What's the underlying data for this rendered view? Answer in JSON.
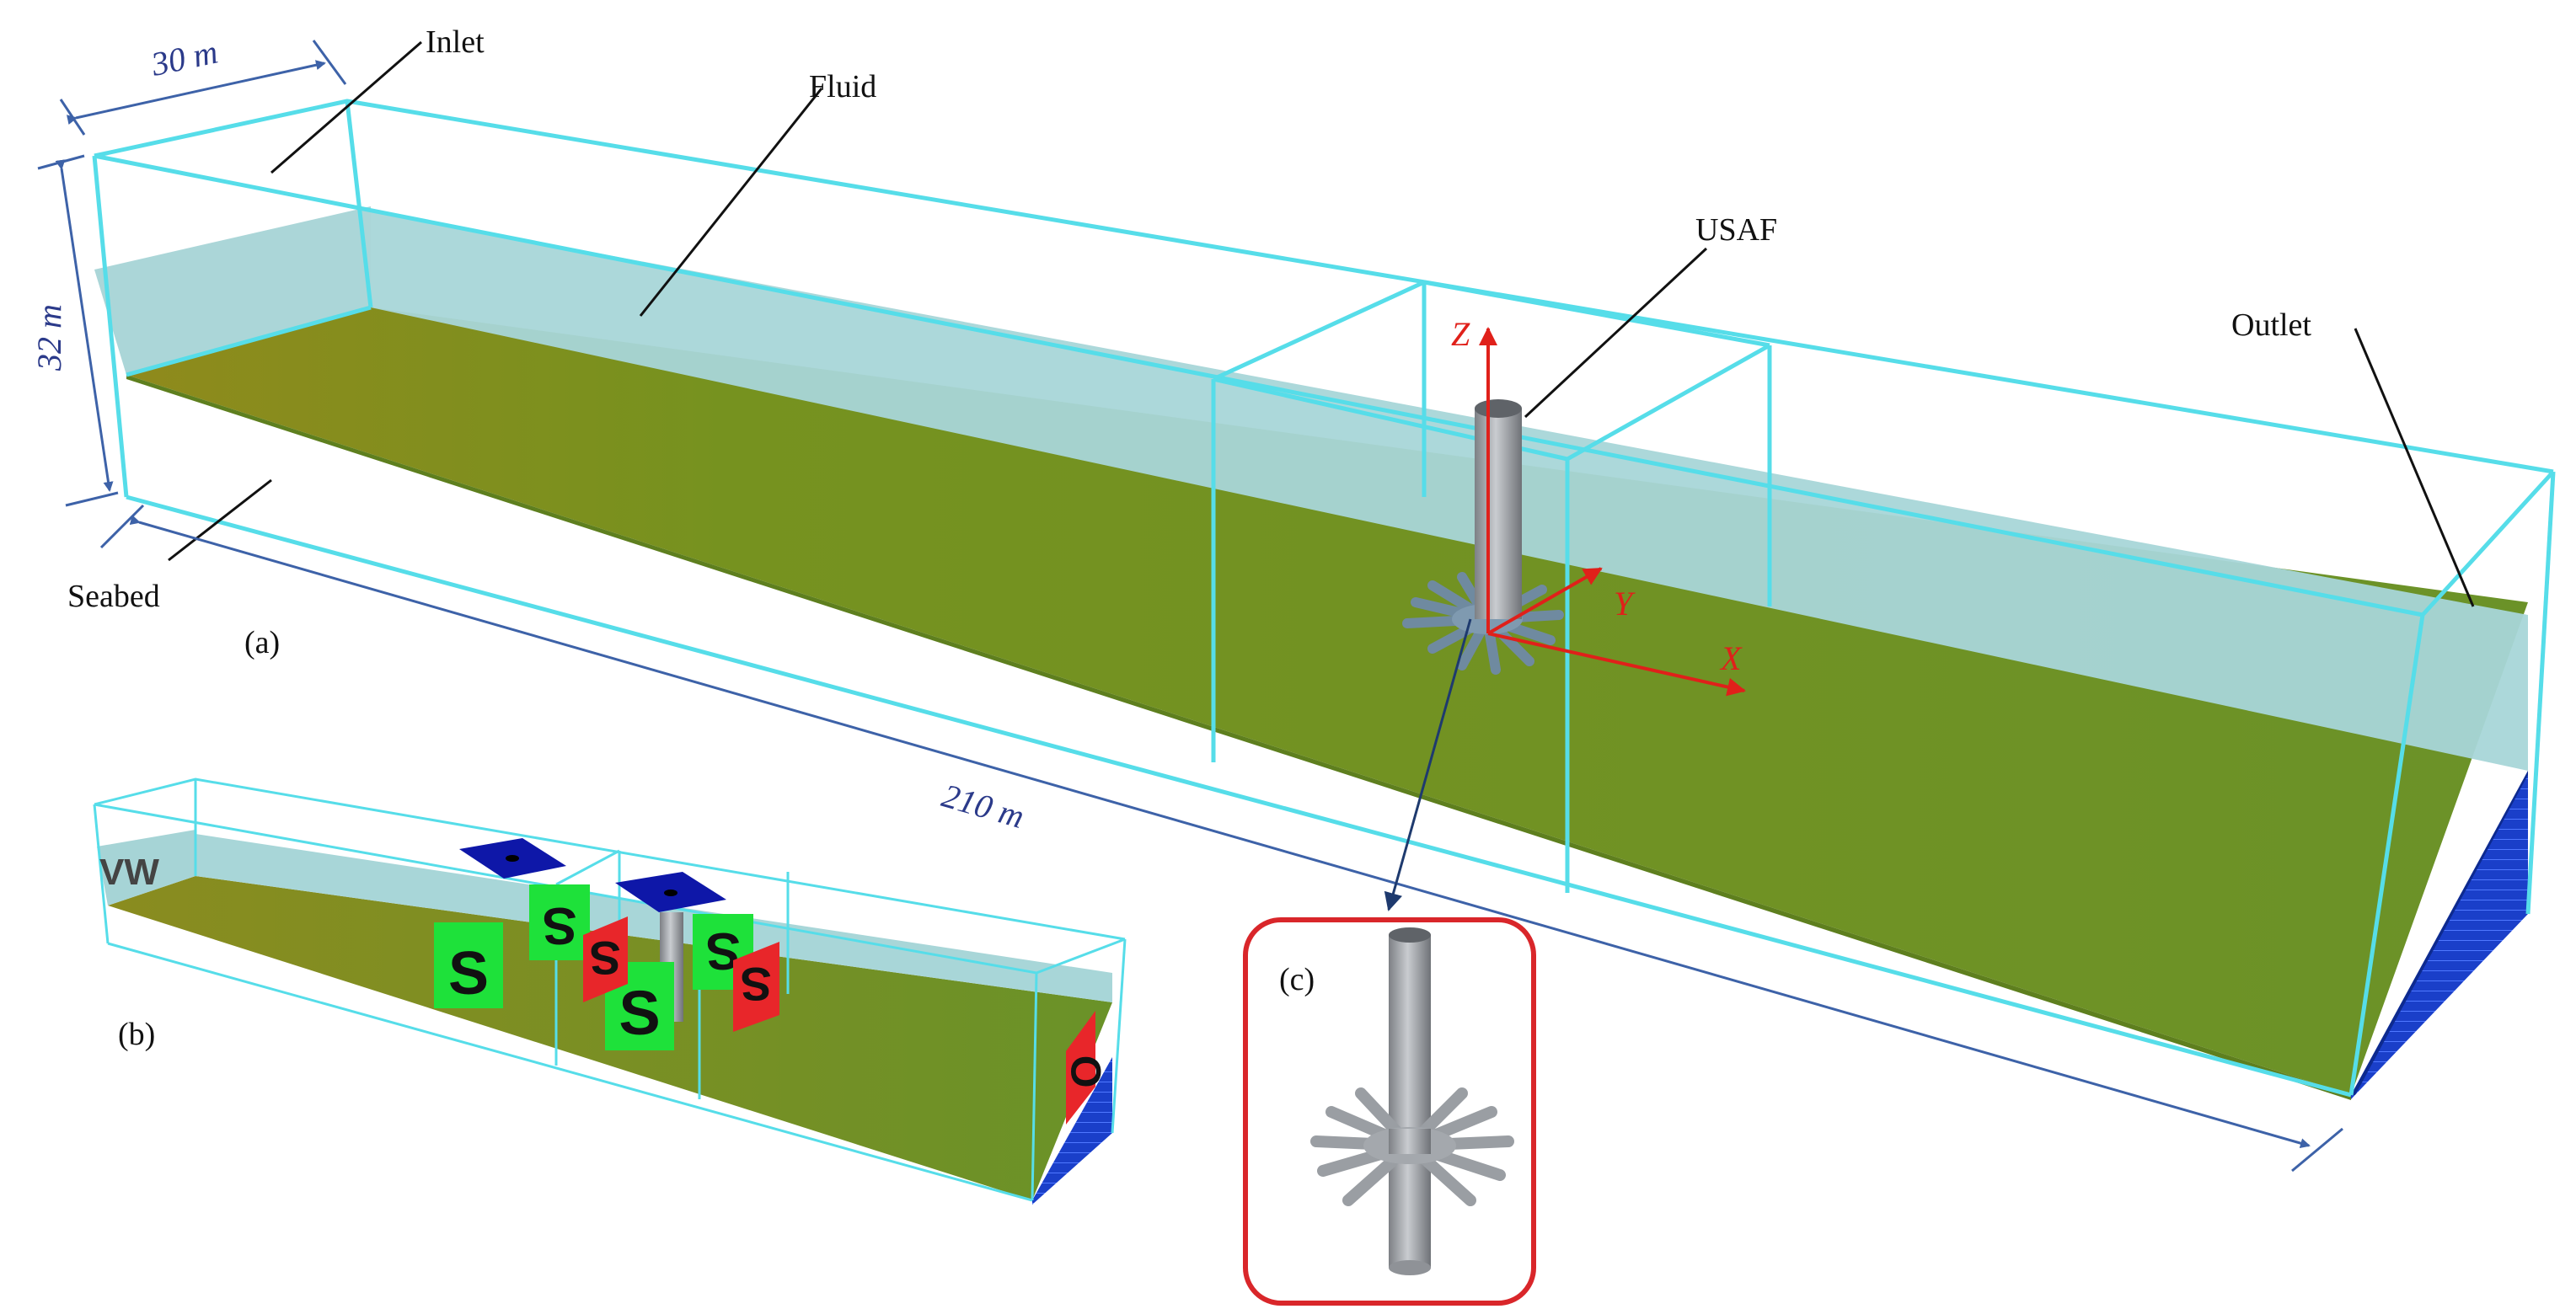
{
  "labels": {
    "inlet": "Inlet",
    "fluid": "Fluid",
    "usaf": "USAF",
    "outlet": "Outlet",
    "seabed": "Seabed"
  },
  "dimensions": {
    "width": "30 m",
    "height": "32 m",
    "length": "210 m"
  },
  "axes": {
    "x": "X",
    "y": "Y",
    "z": "Z"
  },
  "panels": {
    "a": "(a)",
    "b": "(b)",
    "c": "(c)"
  },
  "boundary_markers": {
    "symmetry": "S",
    "inlet_marker": "VW",
    "outlet_marker": "O"
  },
  "colors": {
    "tank_edge": "#56dde9",
    "water": "#a8d6d8",
    "seabed": "#6e9426",
    "seabed_warm": "#8d8f1f",
    "outlet_face": "#1a3fc9",
    "axis": "#e0201a",
    "dimension": "#3d62a8",
    "callout_box": "#d9262a",
    "symmetry_green": "#1ee13a",
    "wall_red": "#e8262a",
    "top_blue": "#0e17a8",
    "foundation": "#9a9ea3"
  }
}
